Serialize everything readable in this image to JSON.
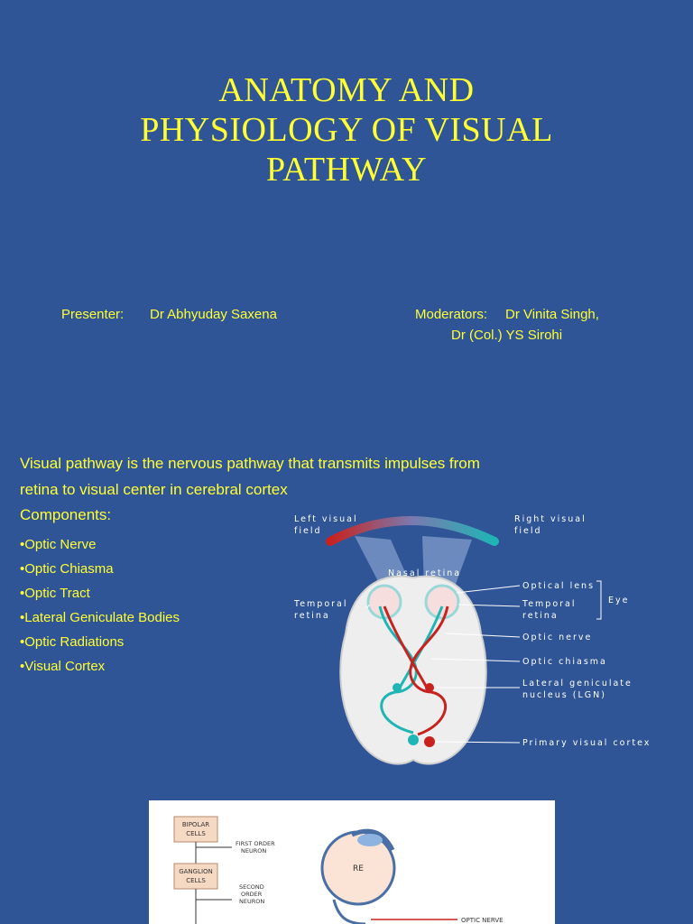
{
  "title_slide": {
    "title_lines": [
      "ANATOMY AND",
      "PHYSIOLOGY OF VISUAL",
      "PATHWAY"
    ],
    "presenter_label": "Presenter:",
    "presenter_name": "Dr Abhyuday Saxena",
    "moderators_label": "Moderators:",
    "moderators": [
      "Dr Vinita Singh,",
      "Dr (Col.) YS Sirohi"
    ]
  },
  "content_slide": {
    "intro_lines": [
      "Visual pathway is the nervous pathway that transmits impulses from",
      "retina to visual center in cerebral cortex"
    ],
    "components_heading": "Components:",
    "components": [
      "•Optic Nerve",
      "•Optic Chiasma",
      "•Optic Tract",
      "•Lateral Geniculate Bodies",
      "•Optic Radiations",
      "•Visual Cortex"
    ],
    "brain_diagram": {
      "left_field": [
        "Left visual",
        "field"
      ],
      "right_field": [
        "Right visual",
        "field"
      ],
      "nasal_retina": "Nasal retina",
      "temporal_retina_left": [
        "Temporal",
        "retina"
      ],
      "optical_lens": "Optical lens",
      "temporal_retina_right": [
        "Temporal",
        "retina"
      ],
      "eye": "Eye",
      "optic_nerve": "Optic nerve",
      "optic_chiasma": "Optic chiasma",
      "lgn": [
        "Lateral geniculate",
        "nucleus (LGN)"
      ],
      "primary_visual_cortex": "Primary visual cortex"
    },
    "pathway_diagram": {
      "bipolar": [
        "BIPOLAR",
        "CELLS"
      ],
      "first_order": [
        "FIRST ORDER",
        "NEURON"
      ],
      "ganglion": [
        "GANGLION",
        "CELLS"
      ],
      "second_order": [
        "SECOND",
        "ORDER",
        "NEURON"
      ],
      "re": "RE",
      "optic_nerve": "OPTIC NERVE"
    },
    "colors": {
      "text": "#ffff33",
      "background": "#2f5597",
      "left_pathway": "#1fb5b5",
      "right_pathway": "#c8221e"
    }
  }
}
